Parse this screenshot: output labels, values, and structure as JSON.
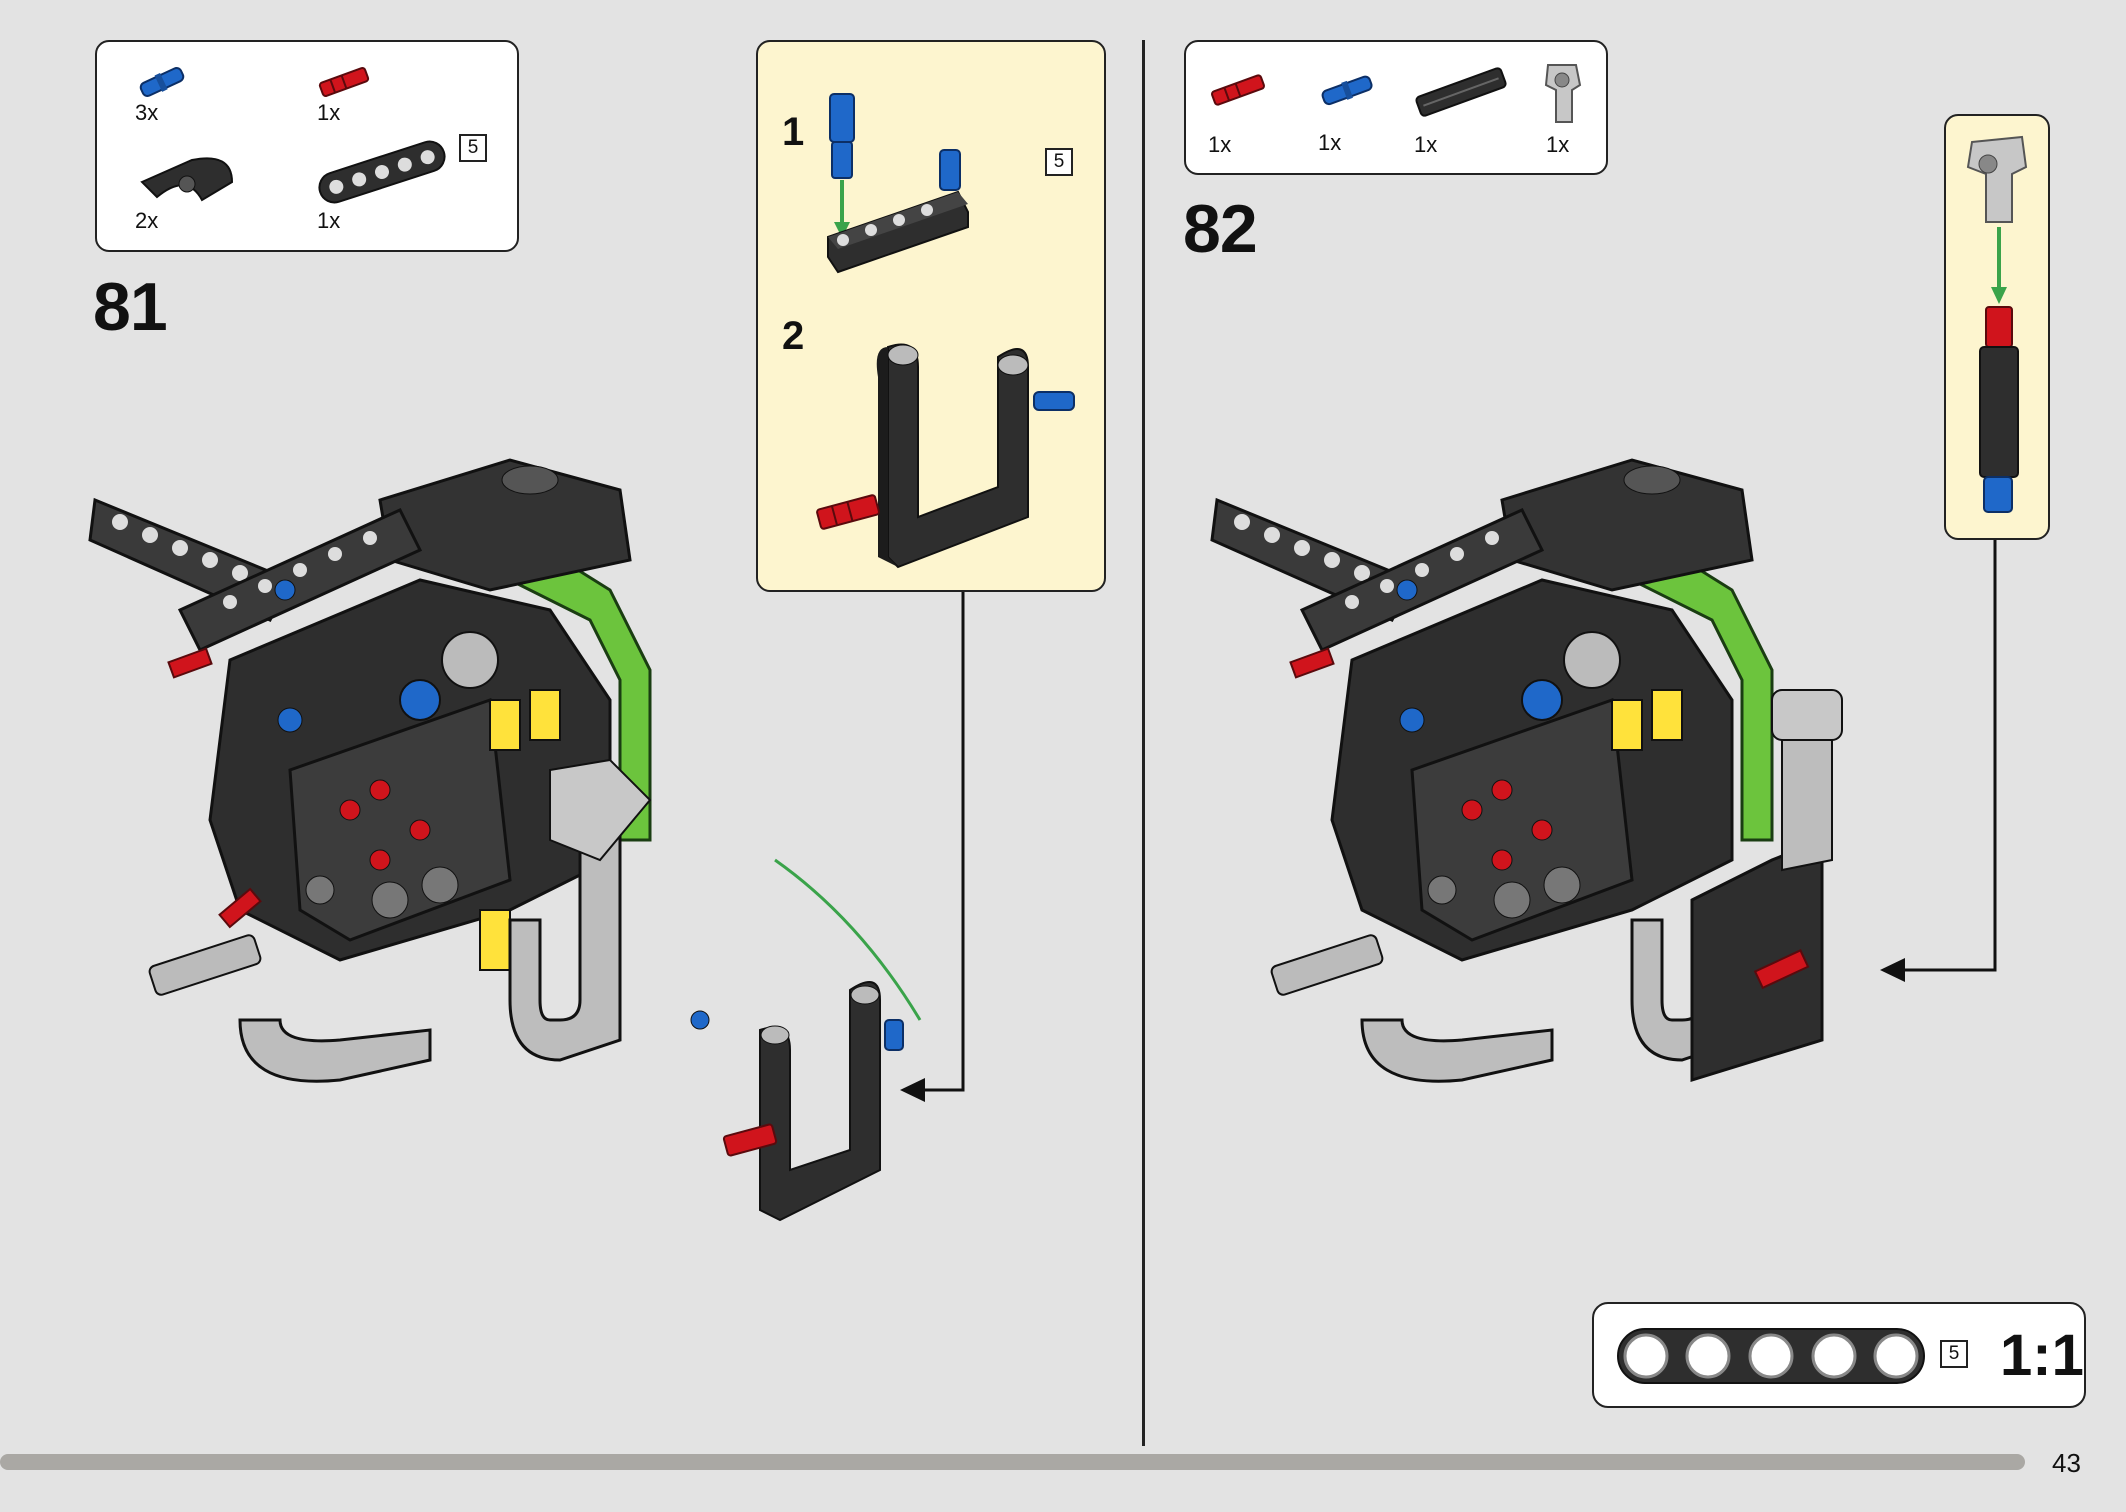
{
  "step_81": {
    "number": "81",
    "parts": [
      {
        "qty": "3x",
        "color": "blue",
        "icon": "blue-pin-icon"
      },
      {
        "qty": "1x",
        "color": "red",
        "icon": "red-axle-pin-icon"
      },
      {
        "qty": "2x",
        "color": "black",
        "icon": "black-curved-panel-icon"
      },
      {
        "qty": "1x",
        "color": "black",
        "icon": "black-beam-5-icon",
        "length": "5"
      }
    ],
    "substeps": [
      {
        "number": "1",
        "length": "5"
      },
      {
        "number": "2"
      }
    ]
  },
  "step_82": {
    "number": "82",
    "parts": [
      {
        "qty": "1x",
        "color": "red",
        "icon": "red-axle-pin-icon"
      },
      {
        "qty": "1x",
        "color": "blue",
        "icon": "blue-pin-icon"
      },
      {
        "qty": "1x",
        "color": "black",
        "icon": "black-axle-icon"
      },
      {
        "qty": "1x",
        "color": "grey",
        "icon": "grey-connector-icon"
      }
    ]
  },
  "scale_reference": {
    "length": "5",
    "label": "1:1"
  },
  "page_number": "43",
  "colors": {
    "background": "#e3e3e3",
    "substep_bg": "#fdf5cf",
    "lego_green": "#6cc43d",
    "lego_black": "#2e2e2e",
    "lego_red": "#d0141c",
    "lego_blue": "#1f68c9",
    "arrow_green": "#3aa34a"
  }
}
